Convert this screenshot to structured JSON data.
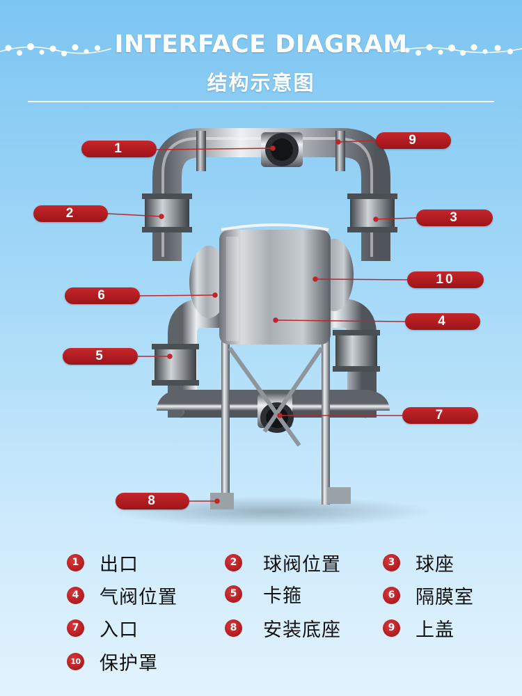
{
  "header": {
    "title_en": "INTERFACE DIAGRAM",
    "title_cn": "结构示意图"
  },
  "colors": {
    "background_top": "#7cc5f2",
    "background_bottom": "#e2f3fd",
    "callout_red": "#b51d21",
    "steel_light": "#e6e9ec",
    "steel_dark": "#5d6369"
  },
  "callouts": [
    {
      "number": "1"
    },
    {
      "number": "2"
    },
    {
      "number": "3"
    },
    {
      "number": "4"
    },
    {
      "number": "5"
    },
    {
      "number": "6"
    },
    {
      "number": "7"
    },
    {
      "number": "8"
    },
    {
      "number": "9"
    },
    {
      "number": "10"
    }
  ],
  "legend": [
    {
      "number": "1",
      "label": "出口"
    },
    {
      "number": "2",
      "label": "球阀位置"
    },
    {
      "number": "3",
      "label": "球座"
    },
    {
      "number": "4",
      "label": "气阀位置"
    },
    {
      "number": "5",
      "label": "卡箍"
    },
    {
      "number": "6",
      "label": "隔膜室"
    },
    {
      "number": "7",
      "label": "入口"
    },
    {
      "number": "8",
      "label": "安装底座"
    },
    {
      "number": "9",
      "label": "上盖"
    },
    {
      "number": "10",
      "label": "保护罩"
    }
  ]
}
